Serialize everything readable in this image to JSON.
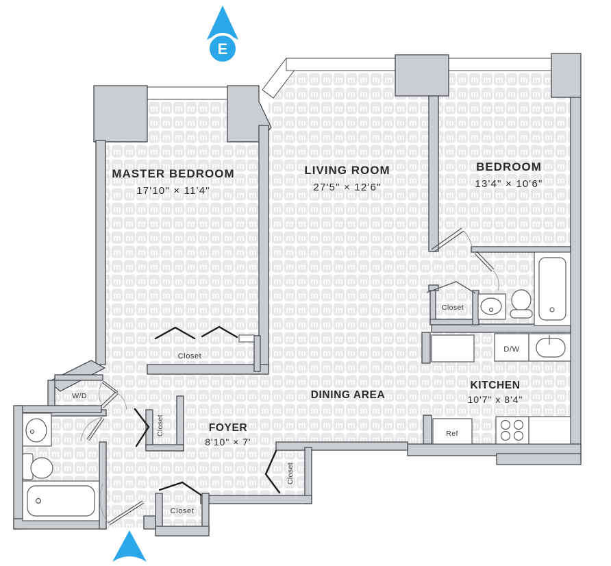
{
  "title": "Apartment Floor Plan",
  "compass": {
    "direction_label": "E"
  },
  "entry_arrow": "entry-direction",
  "watermark_letter": "m",
  "colors": {
    "accent_blue": "#2AA6E9",
    "wall_fill": "#cbced1",
    "wall_stroke": "#45484c",
    "pattern_tile": "#e8e8ea",
    "text": "#2b2b2b",
    "background": "#ffffff"
  },
  "rooms": {
    "master_bedroom": {
      "name": "MASTER BEDROOM",
      "dimensions": "17'10\" × 11'4\""
    },
    "living_room": {
      "name": "LIVING ROOM",
      "dimensions": "27'5\" × 12'6\""
    },
    "bedroom": {
      "name": "BEDROOM",
      "dimensions": "13'4\" × 10'6\""
    },
    "dining_area": {
      "name": "DINING AREA"
    },
    "kitchen": {
      "name": "KITCHEN",
      "dimensions": "10'7\" x 8'4\""
    },
    "foyer": {
      "name": "FOYER",
      "dimensions": "8'10\" × 7'"
    }
  },
  "labels": {
    "closet_master": "Closet",
    "closet_bedroom": "Closet",
    "closet_hall": "Closet",
    "closet_foyer": "Closet",
    "closet_entry": "Closet",
    "washer_dryer": "W/D",
    "dishwasher": "D/W",
    "refrigerator": "Ref"
  }
}
